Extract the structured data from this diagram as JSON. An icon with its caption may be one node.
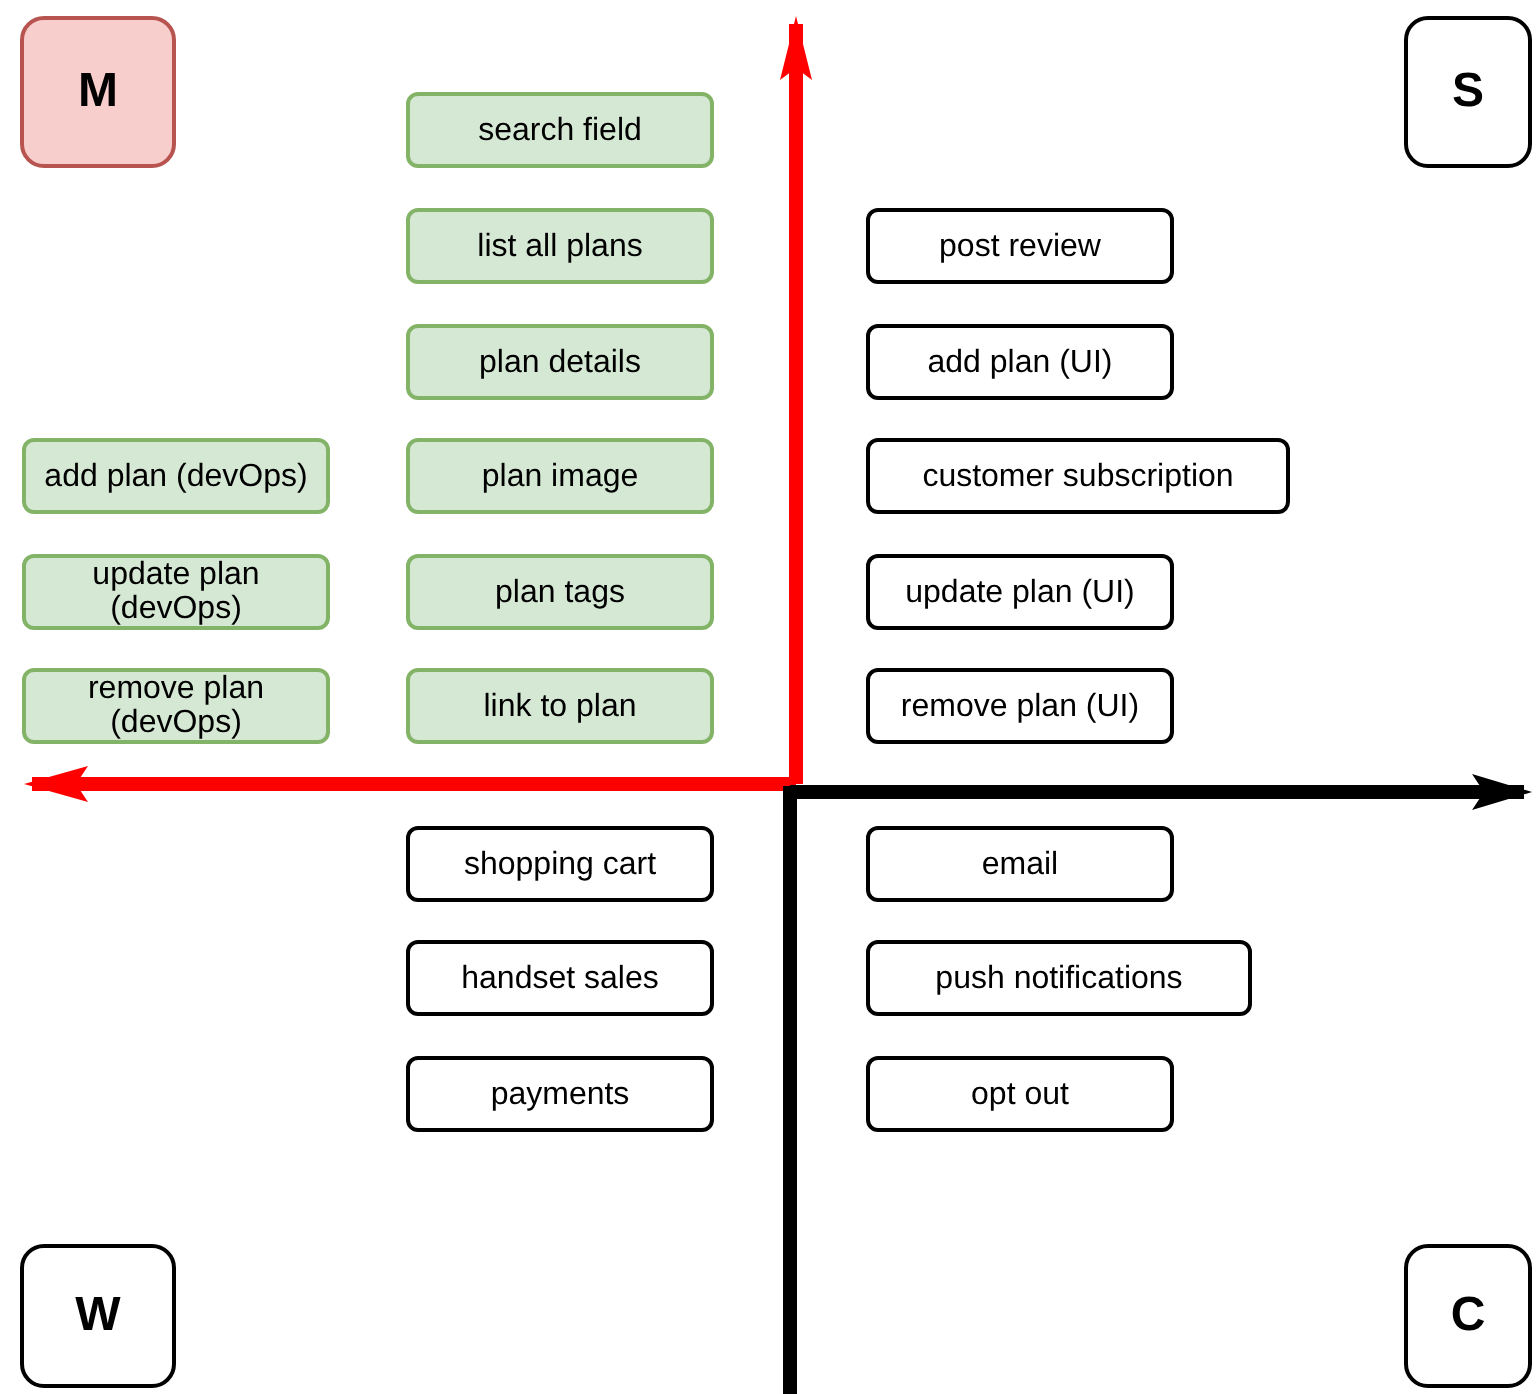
{
  "diagram": {
    "nodes": [
      {
        "text": [
          "M"
        ]
      },
      {
        "text": [
          "search field"
        ]
      },
      {
        "text": [
          "S"
        ]
      },
      {
        "text": [
          "list all plans"
        ]
      },
      {
        "text": [
          "post review"
        ]
      },
      {
        "text": [
          "plan details"
        ]
      },
      {
        "text": [
          "add plan (UI)"
        ]
      },
      {
        "text": [
          "add plan (devOps)"
        ]
      },
      {
        "text": [
          "plan image"
        ]
      },
      {
        "text": [
          "customer subscription"
        ]
      },
      {
        "text": [
          "update plan (devOps)"
        ]
      },
      {
        "text": [
          "plan tags"
        ]
      },
      {
        "text": [
          "update plan (UI)"
        ]
      },
      {
        "text": [
          "remove plan (devOps)"
        ]
      },
      {
        "text": [
          "link to plan"
        ]
      },
      {
        "text": [
          "remove plan (UI)"
        ]
      },
      {
        "text": [
          "shopping cart"
        ]
      },
      {
        "text": [
          "email"
        ]
      },
      {
        "text": [
          "handset sales"
        ]
      },
      {
        "text": [
          "push notifications"
        ]
      },
      {
        "text": [
          "payments"
        ]
      },
      {
        "text": [
          "opt out"
        ]
      },
      {
        "text": [
          "W"
        ]
      },
      {
        "text": [
          "C"
        ]
      }
    ],
    "edges": []
  }
}
